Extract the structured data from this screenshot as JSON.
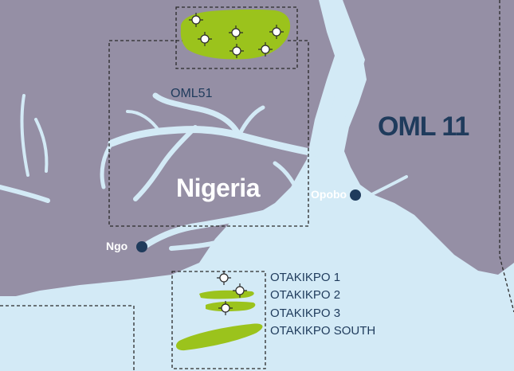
{
  "country": "Nigeria",
  "blocks": {
    "oml11": "OML 11",
    "oml51": "OML51"
  },
  "towns": {
    "opobo": "Opobo",
    "ngo": "Ngo"
  },
  "fields": {
    "otakikpo1": "OTAKIKPO 1",
    "otakikpo2": "OTAKIKPO 2",
    "otakikpo3": "OTAKIKPO 3",
    "otakikpo_south": "OTAKIKPO SOUTH"
  },
  "colors": {
    "land": "#958fa5",
    "water": "#d3eaf6",
    "field": "#9bc31c",
    "town_marker": "#1f3b5c",
    "label_dark": "#1f3b5c"
  },
  "icons": {
    "well": "well-marker-icon",
    "town": "town-dot-icon"
  }
}
